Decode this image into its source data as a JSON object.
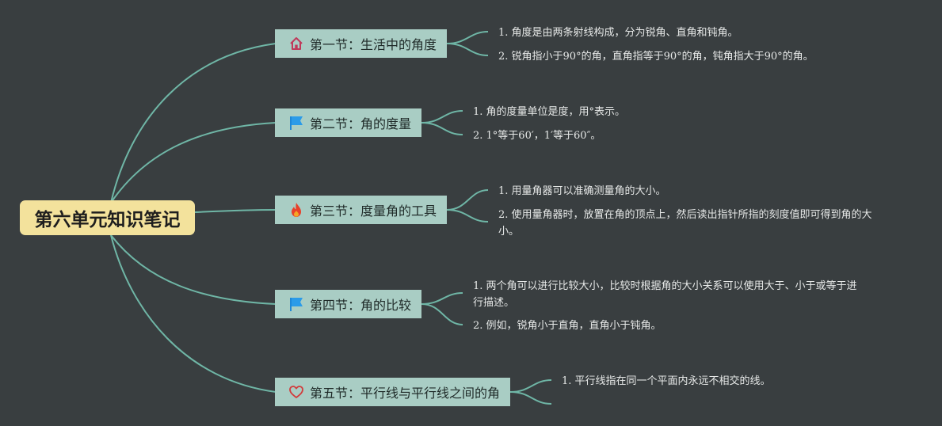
{
  "root": {
    "title": "第六单元知识笔记"
  },
  "sections": [
    {
      "title": "第一节：生活中的角度",
      "icon": "home-icon",
      "notes": [
        "1. 角度是由两条射线构成，分为锐角、直角和钝角。",
        "2. 锐角指小于90°的角，直角指等于90°的角，钝角指大于90°的角。"
      ]
    },
    {
      "title": "第二节：角的度量",
      "icon": "flag-icon",
      "notes": [
        "1. 角的度量单位是度，用°表示。",
        "2. 1°等于60′，1′等于60″。"
      ]
    },
    {
      "title": "第三节：度量角的工具",
      "icon": "fire-icon",
      "notes": [
        "1. 用量角器可以准确测量角的大小。",
        "2. 使用量角器时，放置在角的顶点上，然后读出指针所指的刻度值即可得到角的大小。"
      ]
    },
    {
      "title": "第四节：角的比较",
      "icon": "flag-icon",
      "notes": [
        "1. 两个角可以进行比较大小，比较时根据角的大小关系可以使用大于、小于或等于进行描述。",
        "2. 例如，锐角小于直角，直角小于钝角。"
      ]
    },
    {
      "title": "第五节：平行线与平行线之间的角",
      "icon": "heart-icon",
      "notes": [
        "1. 平行线指在同一个平面内永远不相交的线。"
      ]
    }
  ],
  "colors": {
    "background": "#393e40",
    "root": "#f3e29c",
    "section": "#a9cdc4",
    "line": "#6fb6a6"
  }
}
